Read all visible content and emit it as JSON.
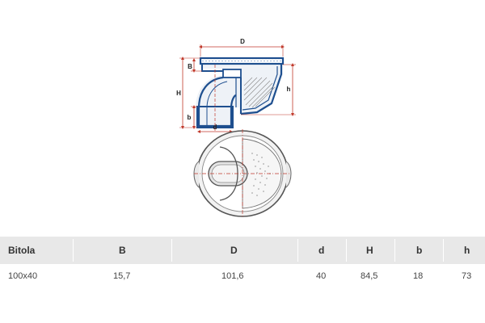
{
  "drawing": {
    "dimension_labels": {
      "D": "D",
      "B": "B",
      "H": "H",
      "h": "h",
      "b": "b",
      "d": "d"
    }
  },
  "table": {
    "headers": [
      "Bitola",
      "B",
      "D",
      "d",
      "H",
      "b",
      "h"
    ],
    "rows": [
      [
        "100x40",
        "15,7",
        "101,6",
        "40",
        "84,5",
        "18",
        "73"
      ]
    ]
  },
  "colors": {
    "section_outline": "#1e4f8f",
    "dimension_line": "#c0392b",
    "header_background": "#e8e8e8"
  }
}
